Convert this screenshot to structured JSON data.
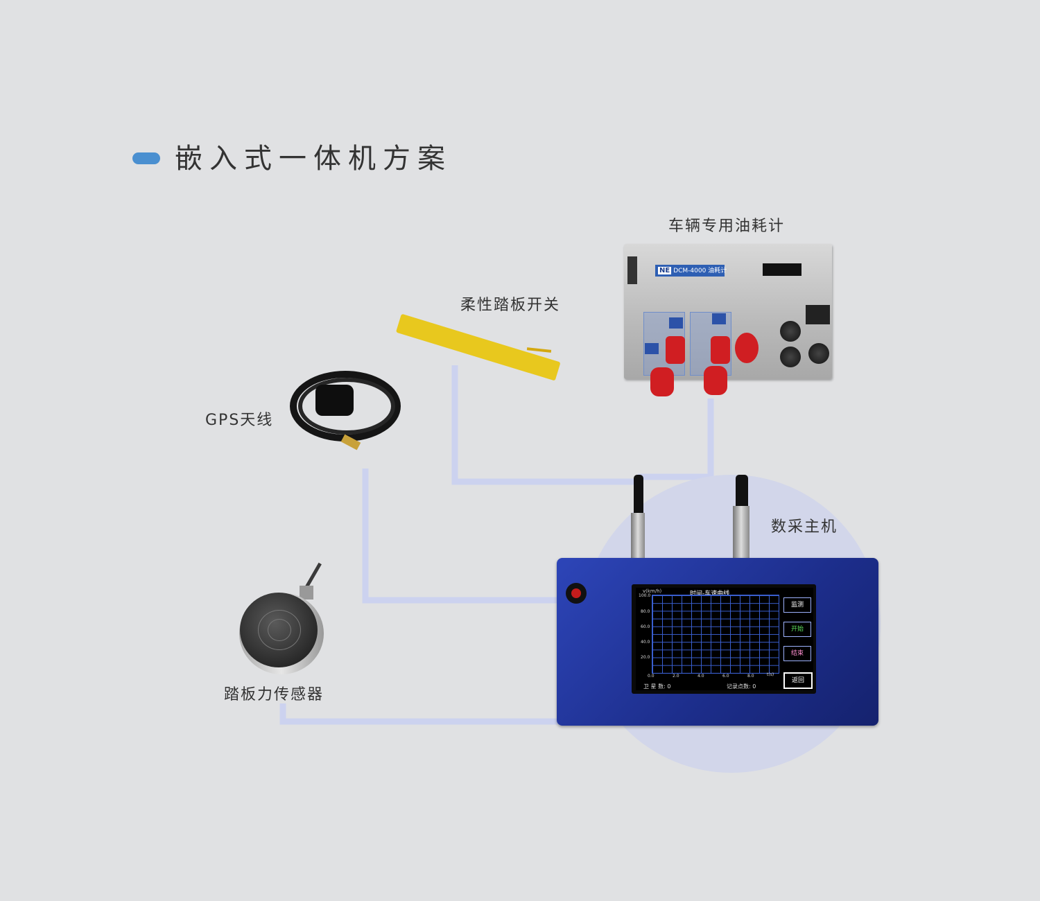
{
  "title": "嵌入式一体机方案",
  "components": {
    "fuel_meter": {
      "label": "车辆专用油耗计",
      "badge_logo": "NE",
      "badge_text": "DCM-4000 油耗计"
    },
    "pedal_switch": {
      "label": "柔性踏板开关"
    },
    "gps_antenna": {
      "label": "GPS天线"
    },
    "force_sensor": {
      "label": "踏板力传感器"
    },
    "host": {
      "label": "数采主机",
      "screen": {
        "title": "时间-车速曲线",
        "y_label": "v(km/h)",
        "y_ticks": [
          "100.0",
          "80.0",
          "60.0",
          "40.0",
          "20.0"
        ],
        "x_ticks": [
          "0.0",
          "2.0",
          "4.0",
          "6.0",
          "8.0",
          "t(s)"
        ],
        "buttons": [
          "监测",
          "开始",
          "结束",
          "返回"
        ],
        "satellites_label": "卫 星 数: 0",
        "records_label": "记录点数: 0"
      }
    }
  },
  "colors": {
    "background": "#e0e1e3",
    "accent": "#4a8fd0",
    "wire": "#ccd2ef",
    "host_body": "#1c2d8a"
  }
}
